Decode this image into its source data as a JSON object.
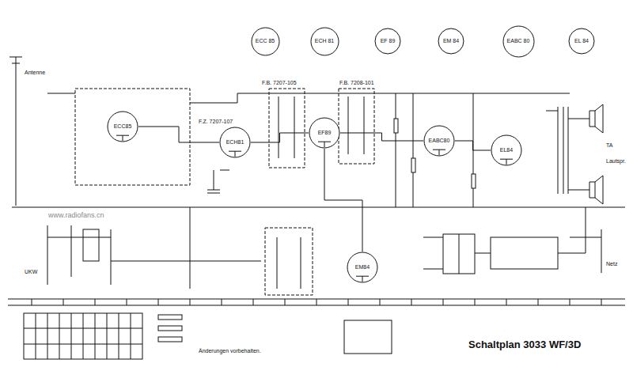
{
  "diagram": {
    "title": "Schaltplan 3033 WF/3D",
    "nodes": [
      {
        "text": [
          "ECC85"
        ]
      },
      {
        "text": [
          "ECH81"
        ]
      },
      {
        "text": [
          "EF89"
        ]
      },
      {
        "text": [
          "EABC80"
        ]
      },
      {
        "text": [
          "EL84"
        ]
      },
      {
        "text": [
          "EM84"
        ]
      },
      {
        "text": [
          "ECC 85"
        ]
      },
      {
        "text": [
          "ECH 81"
        ]
      },
      {
        "text": [
          "EF 89"
        ]
      },
      {
        "text": [
          "EM 84"
        ]
      },
      {
        "text": [
          "EABC 80"
        ]
      },
      {
        "text": [
          "EL 84"
        ]
      }
    ],
    "edges": [
      {
        "from": 0,
        "to": 1,
        "arrow": "none"
      },
      {
        "from": 1,
        "to": 2,
        "arrow": "none"
      },
      {
        "from": 2,
        "to": 3,
        "arrow": "none"
      },
      {
        "from": 3,
        "to": 4,
        "arrow": "none"
      },
      {
        "from": 2,
        "to": 5,
        "arrow": "none"
      }
    ],
    "labels": [
      "www.radiofans.cn",
      "F.B. 7207-105",
      "F.B. 7208-101",
      "F.Z. 7207-107",
      "Antenne",
      "UKW",
      "TA",
      "Lautspr.",
      "Netz",
      "Änderungen vorbehalten."
    ]
  }
}
